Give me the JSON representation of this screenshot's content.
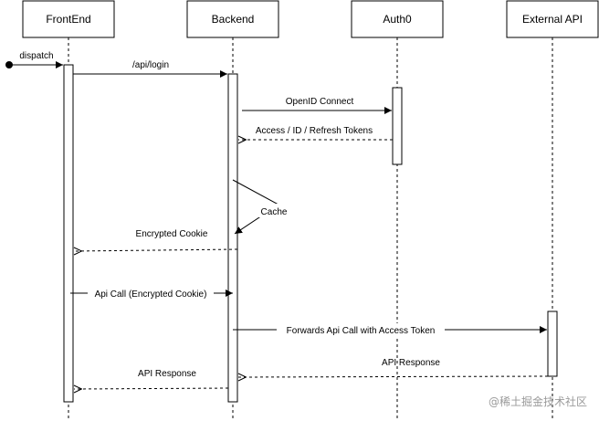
{
  "participants": [
    {
      "id": "frontend",
      "label": "FrontEnd"
    },
    {
      "id": "backend",
      "label": "Backend"
    },
    {
      "id": "auth0",
      "label": "Auth0"
    },
    {
      "id": "external_api",
      "label": "External API"
    }
  ],
  "messages": {
    "dispatch": "dispatch",
    "api_login": "/api/login",
    "openid_connect": "OpenID Connect",
    "tokens": "Access / ID / Refresh Tokens",
    "cache": "Cache",
    "encrypted_cookie": "Encrypted Cookie",
    "api_call": "Api Call (Encrypted Cookie)",
    "forwards": "Forwards Api Call with Access Token",
    "api_response_external": "API Response",
    "api_response_frontend": "API Response"
  },
  "watermark": "@稀土掘金技术社区",
  "colors": {
    "line": "#000000",
    "box_fill": "#ffffff",
    "watermark": "#9a9a9a"
  }
}
